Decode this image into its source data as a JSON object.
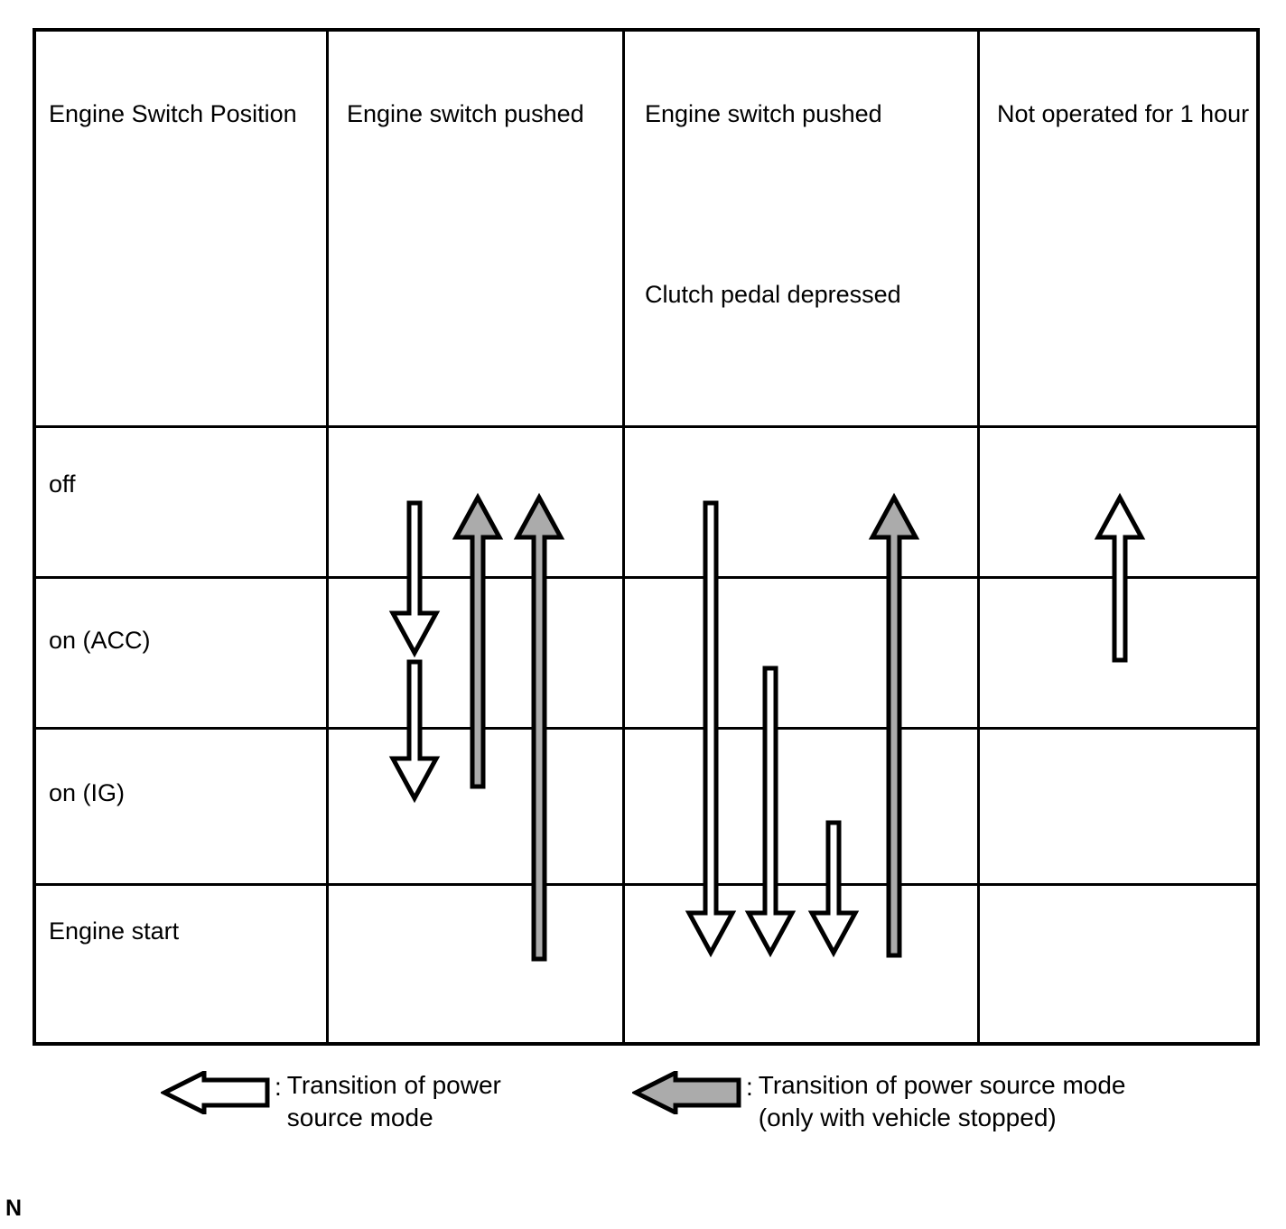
{
  "diagram": {
    "title_cell": "Engine Switch Position",
    "columns": [
      {
        "id": "col-position",
        "header": "Engine Switch Position",
        "note": ""
      },
      {
        "id": "col-pushed-1",
        "header": "Engine switch pushed",
        "note": ""
      },
      {
        "id": "col-pushed-2",
        "header": "Engine switch pushed",
        "note": "Clutch pedal depressed"
      },
      {
        "id": "col-idle-1h",
        "header": "Not operated for 1 hour",
        "note": ""
      }
    ],
    "rows": [
      {
        "id": "row-off",
        "label": "off"
      },
      {
        "id": "row-acc",
        "label": "on (ACC)"
      },
      {
        "id": "row-ig",
        "label": "on (IG)"
      },
      {
        "id": "row-engine-start",
        "label": "Engine start"
      }
    ],
    "legend": [
      {
        "id": "legend-white-arrow",
        "glyph": "left-arrow-outline-icon",
        "separator": ":",
        "text": "Transition of power\nsource mode",
        "fill": "#ffffff"
      },
      {
        "id": "legend-gray-arrow",
        "glyph": "left-arrow-filled-icon",
        "separator": ":",
        "text": "Transition of power source mode\n(only with vehicle stopped)",
        "fill": "#ababab"
      }
    ],
    "sheet_marker": "N",
    "colors": {
      "line": "#000000",
      "arrow_outline_fill": "#ffffff",
      "arrow_filled_fill": "#ababab",
      "background": "#ffffff"
    },
    "transitions": [
      {
        "id": "t1",
        "column": "col-pushed-1",
        "from": "off",
        "to": "on (ACC)",
        "direction": "down",
        "style": "outline"
      },
      {
        "id": "t2",
        "column": "col-pushed-1",
        "from": "on (ACC)",
        "to": "on (IG)",
        "direction": "down",
        "style": "outline"
      },
      {
        "id": "t3",
        "column": "col-pushed-1",
        "from": "on (IG)",
        "to": "off",
        "direction": "up",
        "style": "filled"
      },
      {
        "id": "t4",
        "column": "col-pushed-1",
        "from": "Engine start",
        "to": "off",
        "direction": "up",
        "style": "filled"
      },
      {
        "id": "t5",
        "column": "col-pushed-2",
        "from": "off",
        "to": "Engine start",
        "direction": "down",
        "style": "outline"
      },
      {
        "id": "t6",
        "column": "col-pushed-2",
        "from": "on (ACC)",
        "to": "Engine start",
        "direction": "down",
        "style": "outline"
      },
      {
        "id": "t7",
        "column": "col-pushed-2",
        "from": "on (IG)",
        "to": "Engine start",
        "direction": "down",
        "style": "outline"
      },
      {
        "id": "t8",
        "column": "col-pushed-2",
        "from": "Engine start",
        "to": "off",
        "direction": "up",
        "style": "filled"
      },
      {
        "id": "t9",
        "column": "col-idle-1h",
        "from": "on (ACC)",
        "to": "off",
        "direction": "up",
        "style": "outline"
      }
    ]
  }
}
